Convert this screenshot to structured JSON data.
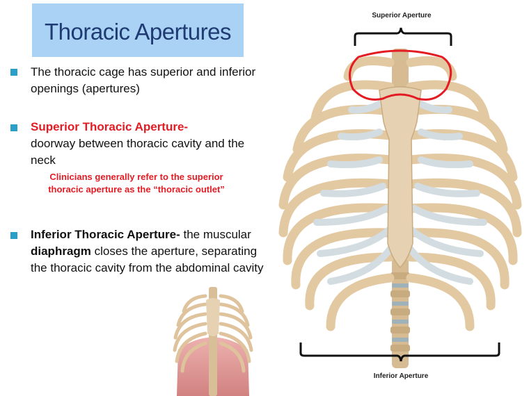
{
  "slide": {
    "title": "Thoracic Apertures",
    "bullets": [
      {
        "text": "The thoracic cage has superior and inferior openings (apertures)"
      },
      {
        "lead": "Superior Thoracic Aperture-",
        "rest": "doorway between thoracic cavity and the neck"
      },
      {
        "lead": "Inferior Thoracic Aperture-",
        "mid1": " the muscular ",
        "bold": "diaphragm",
        "mid2": " closes the aperture, separating the thoracic cavity from the abdominal cavity"
      }
    ],
    "note": "Clinicians generally refer to the superior thoracic aperture as the “thoracic outlet”",
    "figure": {
      "label_top": "Superior Aperture",
      "label_bottom": "Inferior Aperture"
    }
  },
  "colors": {
    "title_bg": "#a9d2f4",
    "title_text": "#1f3b73",
    "bullet": "#2aa0c9",
    "accent_red": "#e31b23"
  }
}
